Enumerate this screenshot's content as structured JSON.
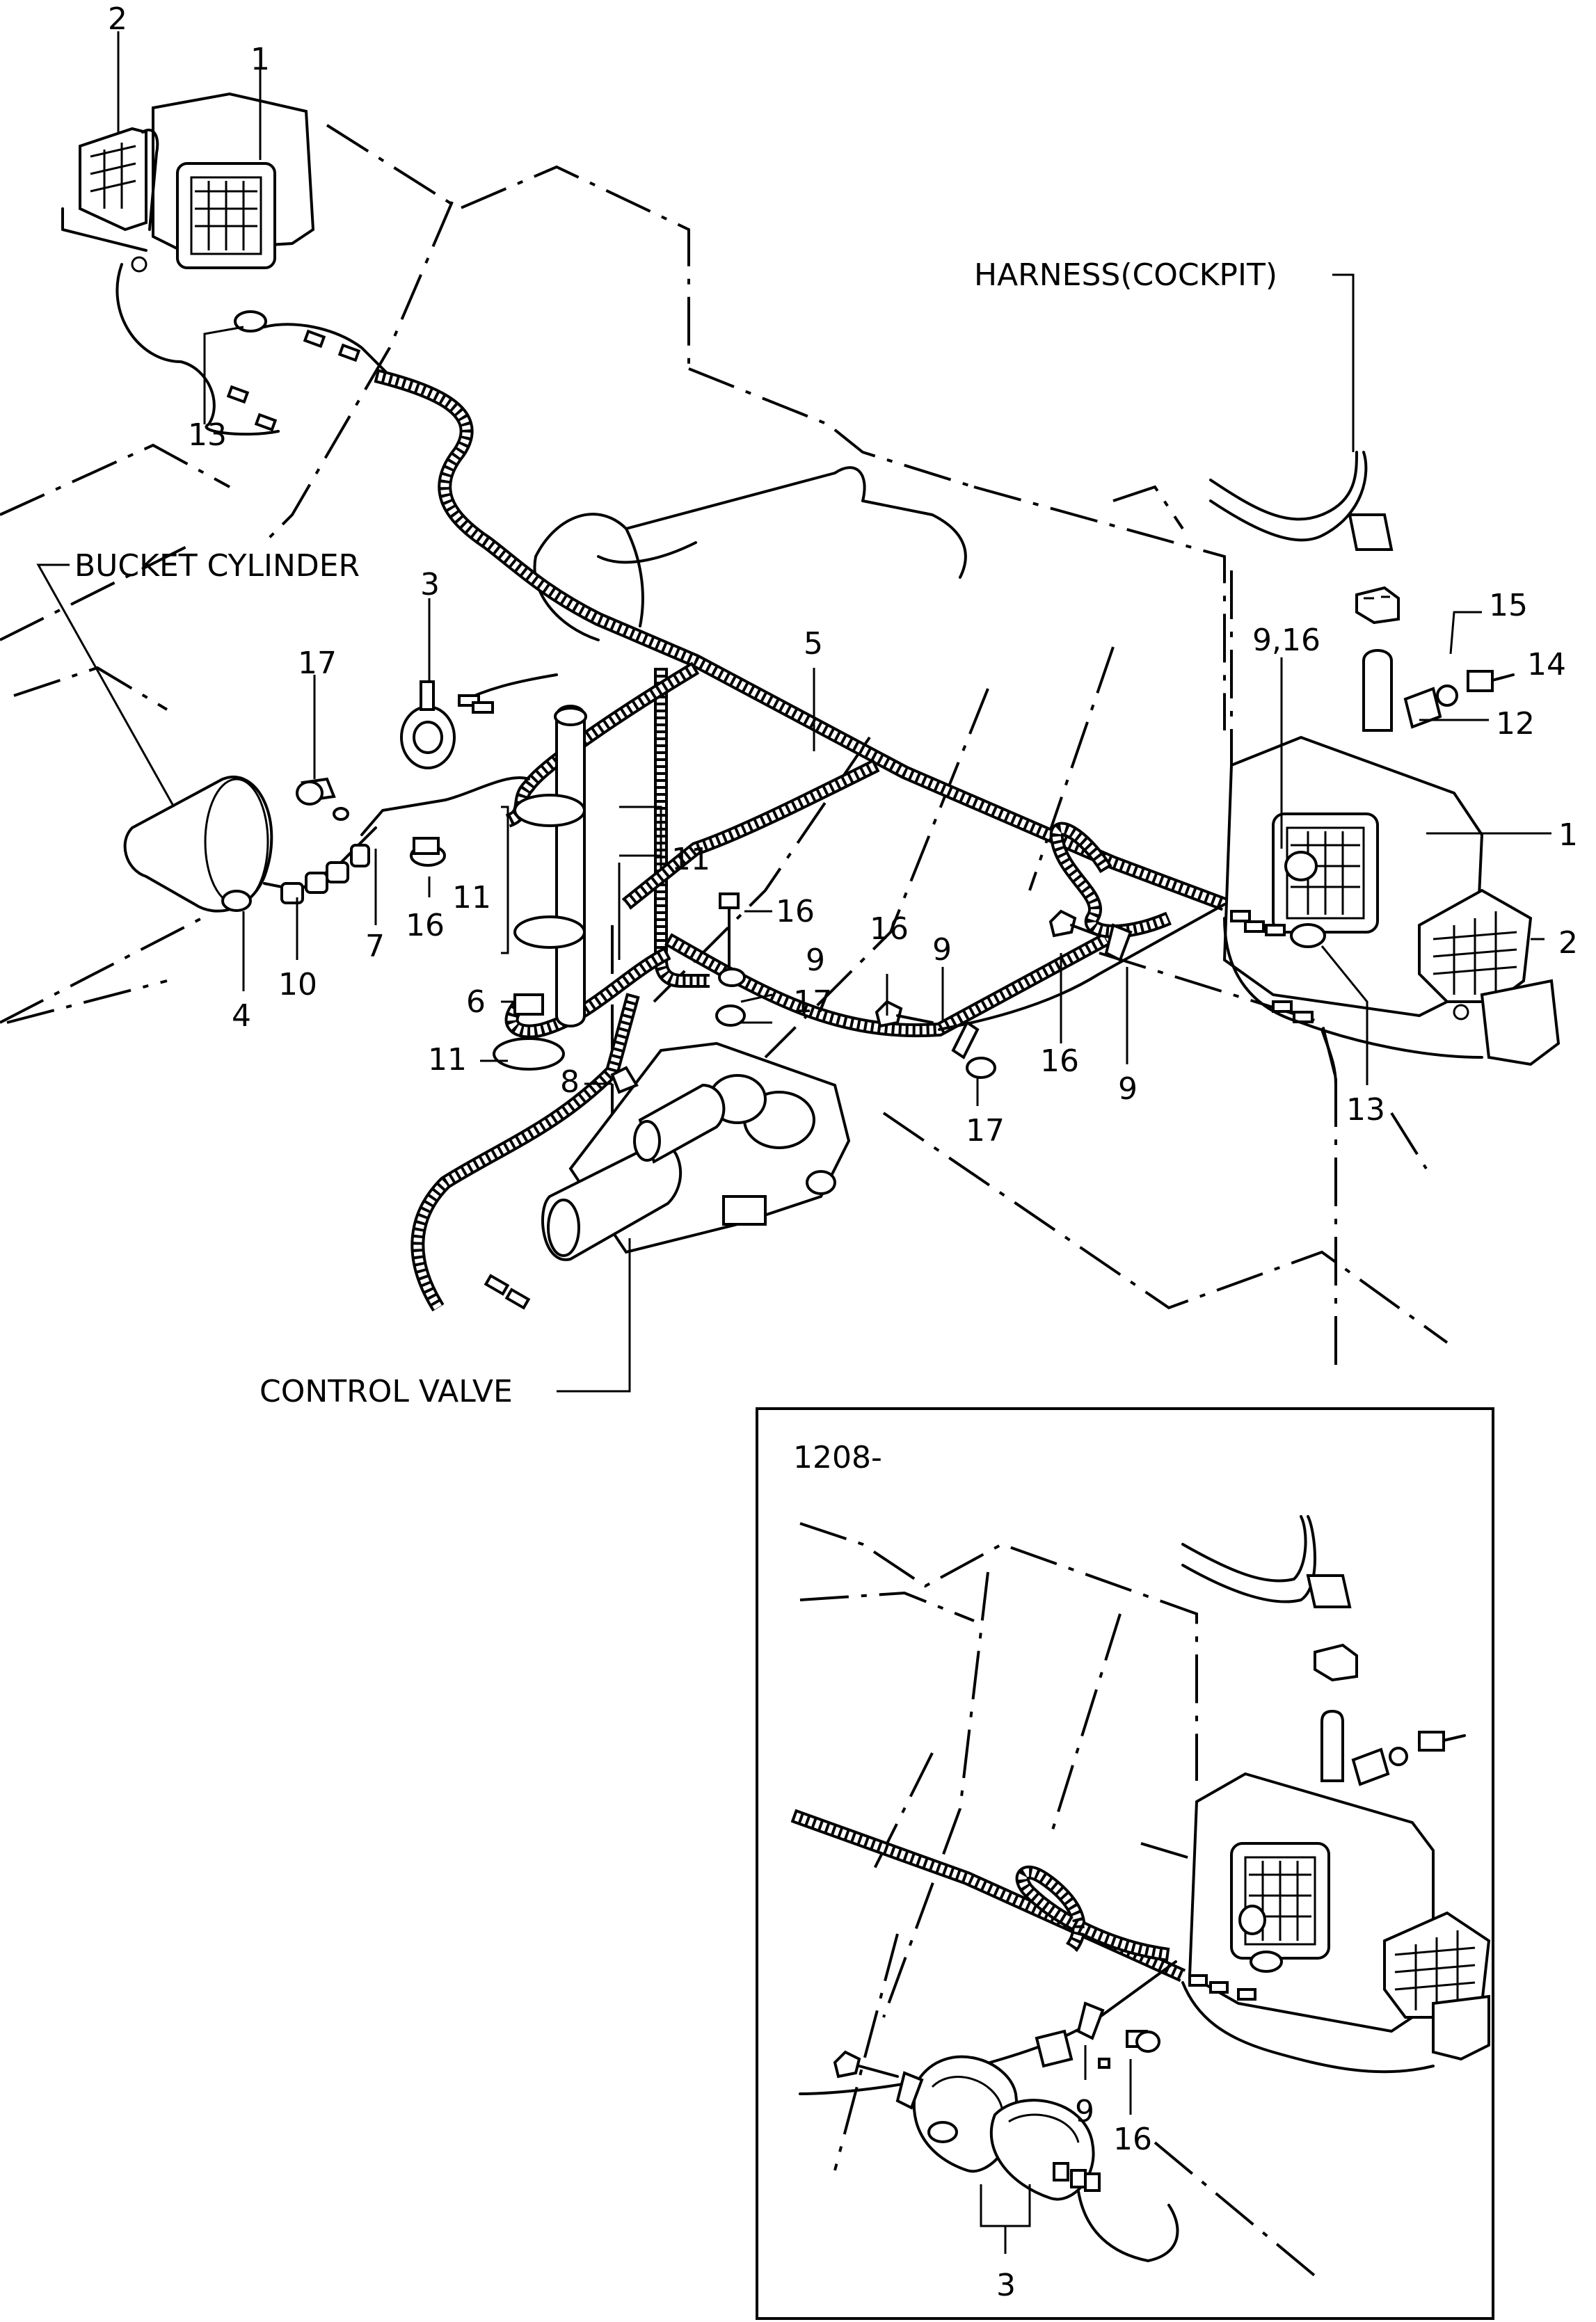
{
  "labels": {
    "harness_cockpit": "HARNESS(COCKPIT)",
    "bucket_cylinder": "BUCKET CYLINDER",
    "control_valve": "CONTROL VALVE",
    "inset_serial": "1208-"
  },
  "callouts": {
    "n1_top": "1",
    "n2_top": "2",
    "n13_left": "13",
    "n3_horn": "3",
    "n17_left": "17",
    "n5": "5",
    "n11_a": "11",
    "n11_b": "11",
    "n11_c": "11",
    "n16_a": "16",
    "n16_b": "16",
    "n16_c": "16",
    "n16_d": "16",
    "n9_a": "9",
    "n9_b": "9",
    "n9_c": "9",
    "n17_b": "17",
    "n17_c": "17",
    "n6": "6",
    "n7": "7",
    "n8": "8",
    "n10": "10",
    "n4": "4",
    "n9_16": "9,16",
    "n15": "15",
    "n14": "14",
    "n12": "12",
    "n1_right": "1",
    "n2_right": "2",
    "n13_right": "13",
    "inset_n9": "9",
    "inset_n16": "16",
    "inset_n3": "3"
  },
  "inset": {
    "border_color": "#000000"
  }
}
